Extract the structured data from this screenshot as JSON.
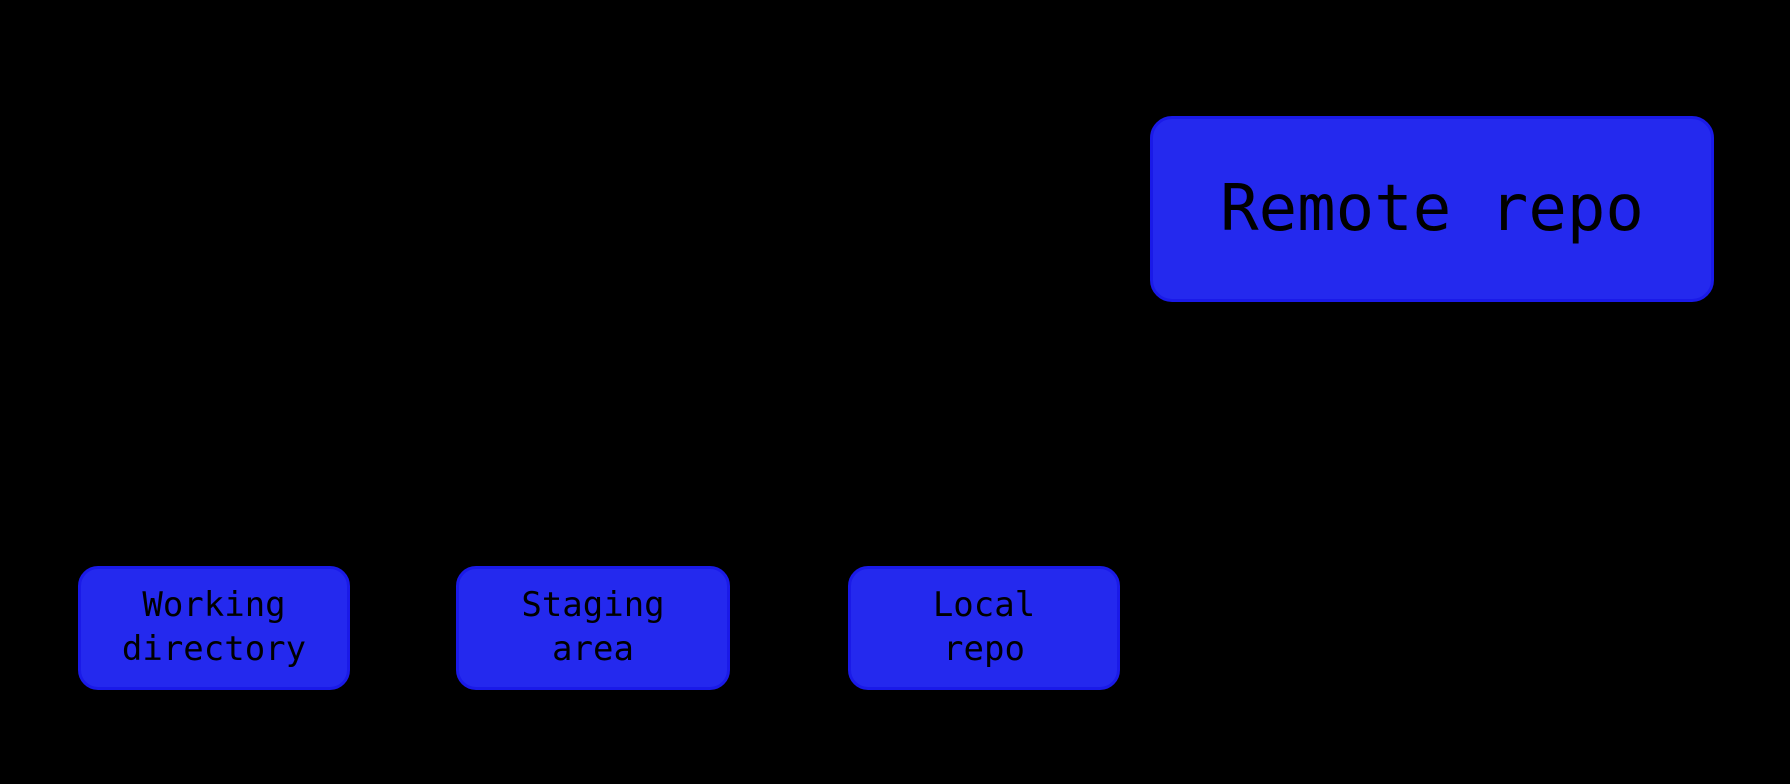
{
  "diagram": {
    "background_color": "#000000",
    "node_fill_color": "#2429ee",
    "node_border_color": "#1a1ae8",
    "node_text_color": "#000000",
    "nodes": [
      {
        "id": "remote-repo",
        "label": "Remote repo",
        "lines": [
          "Remote repo"
        ]
      },
      {
        "id": "working-directory",
        "label": "Working directory",
        "lines": [
          "Working",
          "directory"
        ]
      },
      {
        "id": "staging-area",
        "label": "Staging area",
        "lines": [
          "Staging",
          "area"
        ]
      },
      {
        "id": "local-repo",
        "label": "Local repo",
        "lines": [
          "Local",
          "repo"
        ]
      }
    ]
  }
}
